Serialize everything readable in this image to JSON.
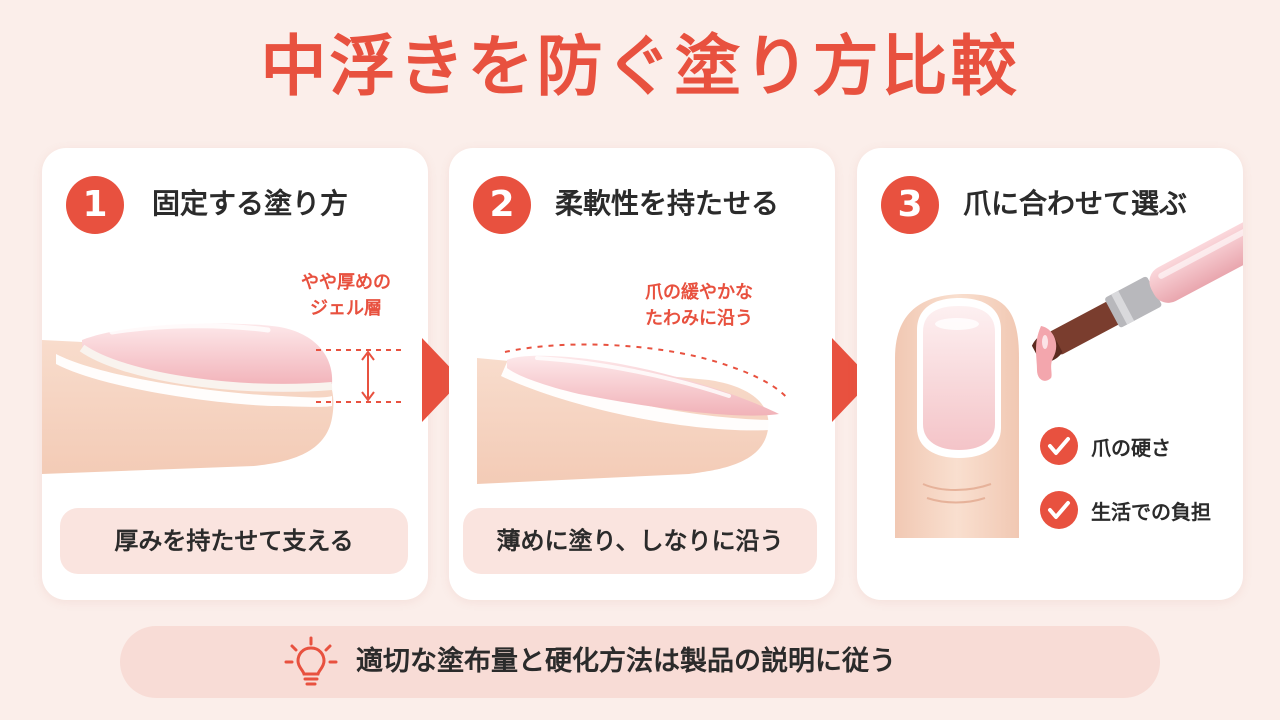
{
  "title": "中浮きを防ぐ塗り方比較",
  "colors": {
    "accent": "#e8513f",
    "background": "#fbeeea",
    "pill": "#fae4df",
    "skin": "#f6d6c4",
    "nail": "#f5c1c4"
  },
  "cards": [
    {
      "number": "1",
      "heading": "固定する塗り方",
      "annotation_line1": "やや厚めの",
      "annotation_line2": "ジェル層",
      "pill": "厚みを持たせて支える"
    },
    {
      "number": "2",
      "heading": "柔軟性を持たせる",
      "annotation_line1": "爪の緩やかな",
      "annotation_line2": "たわみに沿う",
      "pill": "薄めに塗り、しなりに沿う"
    },
    {
      "number": "3",
      "heading": "爪に合わせて選ぶ",
      "checks": [
        "爪の硬さ",
        "生活での負担"
      ]
    }
  ],
  "icons": {
    "step_arrow": "chevron-right-icon",
    "check": "check-circle-icon",
    "tip": "lightbulb-icon",
    "brush": "gel-brush-icon"
  },
  "footer": {
    "text": "適切な塗布量と硬化方法は製品の説明に従う"
  }
}
